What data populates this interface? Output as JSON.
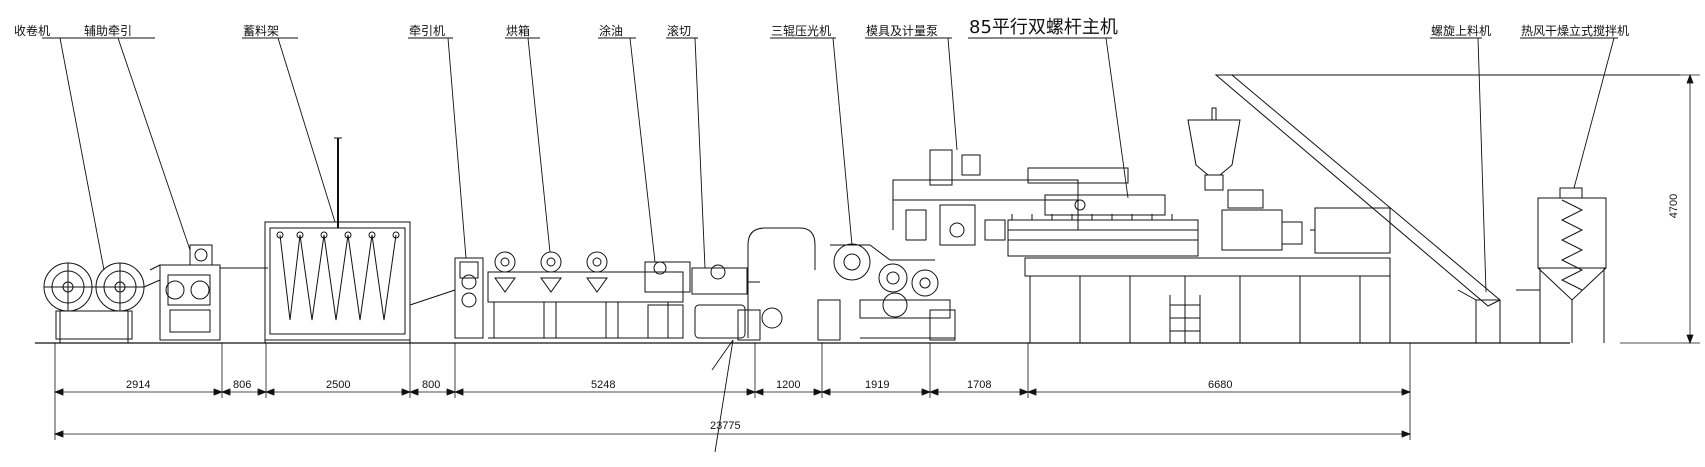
{
  "labels": {
    "winder": "收卷机",
    "aux_puller": "辅助牵引",
    "accumulator": "蓄料架",
    "puller": "牵引机",
    "oven": "烘箱",
    "oiler": "涂油",
    "roll_cutter": "滚切",
    "three_roll_calender": "三辊压光机",
    "die_and_metering_pump": "模具及计量泵",
    "main_extruder": "85平行双螺杆主机",
    "screw_loader": "螺旋上料机",
    "hot_air_dryer_mixer": "热风干燥立式搅拌机"
  },
  "dimensions": {
    "segments": [
      "2914",
      "806",
      "2500",
      "800",
      "5248",
      "1200",
      "1919",
      "1708",
      "6680"
    ],
    "total_length": "23775",
    "height": "4700"
  },
  "colors": {
    "line": "#111111",
    "background": "#ffffff"
  }
}
